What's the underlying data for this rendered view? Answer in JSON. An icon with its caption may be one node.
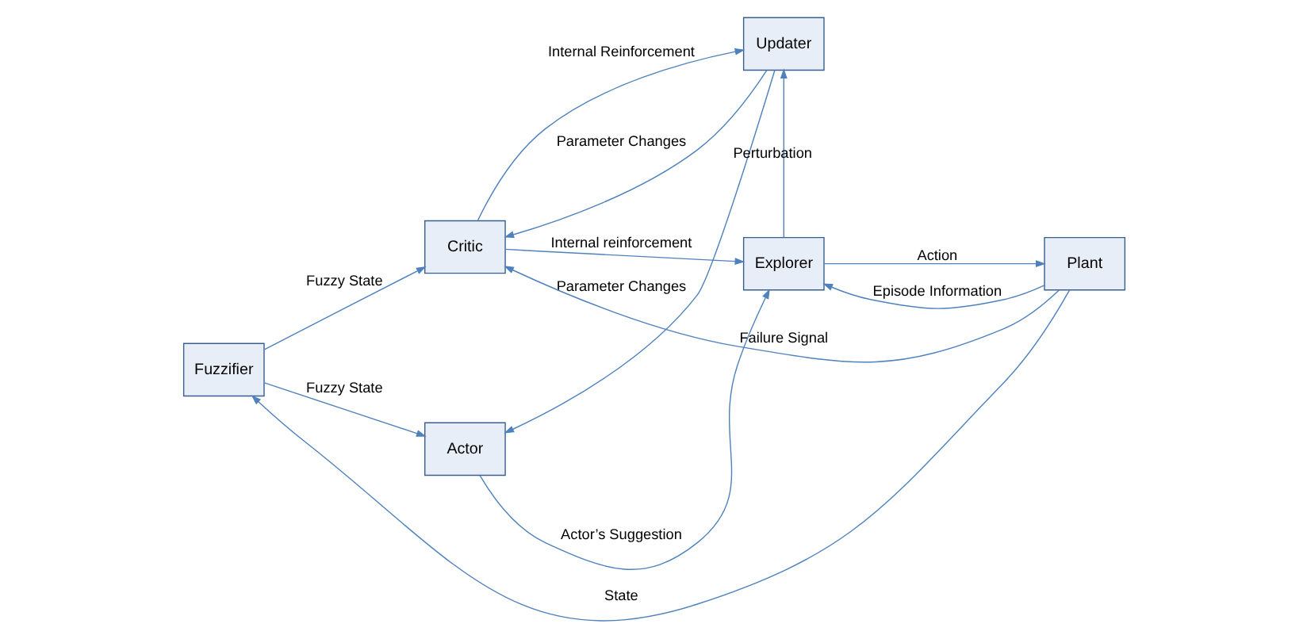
{
  "diagram": {
    "nodes": [
      {
        "text": [
          "Updater"
        ]
      },
      {
        "text": [
          "Critic"
        ]
      },
      {
        "text": [
          "Fuzzifier"
        ]
      },
      {
        "text": [
          "Explorer"
        ]
      },
      {
        "text": [
          "Plant"
        ]
      },
      {
        "text": [
          "Actor"
        ]
      }
    ],
    "edges": [
      {
        "from": 4,
        "to": 1,
        "arrow": "to",
        "label": "Failure Signal"
      },
      {
        "from": 0,
        "to": 1,
        "arrow": "to",
        "label": "Parameter Changes"
      },
      {
        "from": 2,
        "to": 1,
        "arrow": "to",
        "label": "Fuzzy State"
      },
      {
        "from": 1,
        "to": 0,
        "arrow": "to",
        "label": "Internal Reinforcement"
      },
      {
        "from": 3,
        "to": 0,
        "arrow": "to",
        "label": "Perturbation"
      },
      {
        "from": 1,
        "to": 3,
        "arrow": "to",
        "label": "Internal reinforcement"
      },
      {
        "from": 3,
        "to": 4,
        "arrow": "to",
        "label": "Action"
      },
      {
        "from": 4,
        "to": 3,
        "arrow": "to",
        "label": "Episode Information"
      },
      {
        "from": 2,
        "to": 5,
        "arrow": "to",
        "label": "Fuzzy State"
      },
      {
        "from": 5,
        "to": 3,
        "arrow": "to",
        "label": "Actor’s Suggestion"
      },
      {
        "from": 0,
        "to": 5,
        "arrow": "to",
        "label": "Parameter Changes"
      },
      {
        "from": 4,
        "to": 2,
        "arrow": "to",
        "label": "State"
      }
    ]
  }
}
